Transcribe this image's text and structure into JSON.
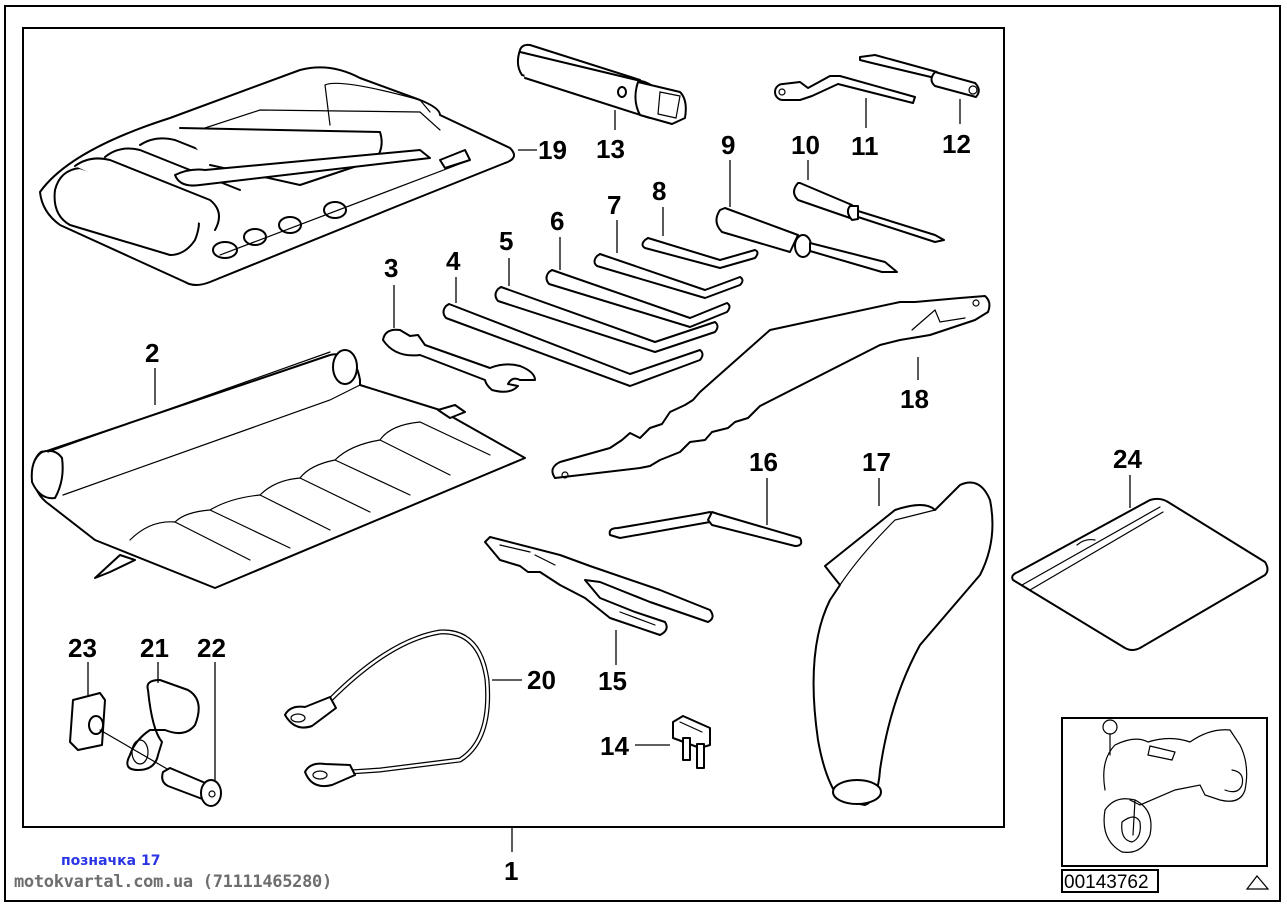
{
  "diagram": {
    "title": "Tool kit parts diagram",
    "document_number": "00143762",
    "overview_image": "motorcycle-overview",
    "callouts": [
      "1",
      "2",
      "3",
      "4",
      "5",
      "6",
      "7",
      "8",
      "9",
      "10",
      "11",
      "12",
      "13",
      "14",
      "15",
      "16",
      "17",
      "18",
      "19",
      "20",
      "21",
      "22",
      "23",
      "24"
    ],
    "parts": {
      "p1": {
        "number": "1",
        "item": "tool-kit-complete"
      },
      "p2": {
        "number": "2",
        "item": "tool-roll-bag"
      },
      "p3": {
        "number": "3",
        "item": "open-end-wrench"
      },
      "p4": {
        "number": "4",
        "item": "hex-key"
      },
      "p5": {
        "number": "5",
        "item": "hex-key"
      },
      "p6": {
        "number": "6",
        "item": "hex-key"
      },
      "p7": {
        "number": "7",
        "item": "hex-key"
      },
      "p8": {
        "number": "8",
        "item": "hex-key"
      },
      "p9": {
        "number": "9",
        "item": "screwdriver"
      },
      "p10": {
        "number": "10",
        "item": "screwdriver"
      },
      "p11": {
        "number": "11",
        "item": "socket-wrench"
      },
      "p12": {
        "number": "12",
        "item": "socket-driver"
      },
      "p13": {
        "number": "13",
        "item": "box-spanner"
      },
      "p14": {
        "number": "14",
        "item": "fuse"
      },
      "p15": {
        "number": "15",
        "item": "pliers"
      },
      "p16": {
        "number": "16",
        "item": "feeler-tool"
      },
      "p17": {
        "number": "17",
        "item": "funnel"
      },
      "p18": {
        "number": "18",
        "item": "spanner-hook"
      },
      "p19": {
        "number": "19",
        "item": "tool-roll-filled"
      },
      "p20": {
        "number": "20",
        "item": "cable"
      },
      "p21": {
        "number": "21",
        "item": "bracket"
      },
      "p22": {
        "number": "22",
        "item": "screw"
      },
      "p23": {
        "number": "23",
        "item": "clip-nut"
      },
      "p24": {
        "number": "24",
        "item": "pouch"
      }
    }
  },
  "watermark": {
    "label": "позначка 17",
    "site": "motokvartal.com.ua (71111465280)",
    "label_color": "#2a35e6",
    "site_color": "#6e6e6e"
  }
}
